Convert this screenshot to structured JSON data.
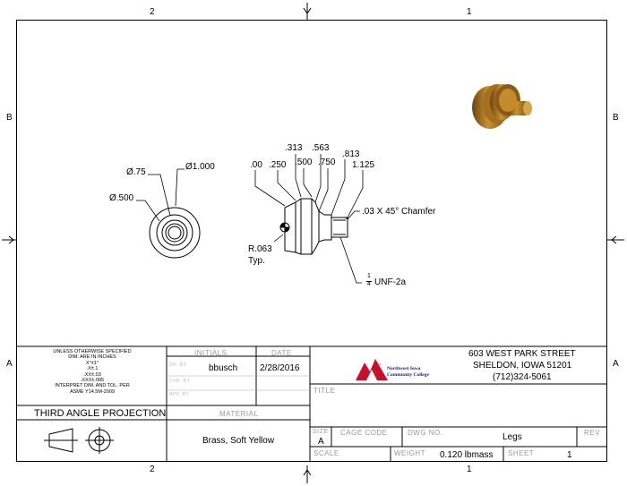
{
  "zones": {
    "top_left": "2",
    "top_right": "1",
    "bottom_left": "2",
    "bottom_right": "1",
    "left_top": "B",
    "left_bottom": "A",
    "right_top": "B",
    "right_bottom": "A"
  },
  "front_view": {
    "dim_075": "Ø.75",
    "dim_1000": "Ø1.000",
    "dim_0500": "Ø.500"
  },
  "side_view": {
    "d_00": ".00",
    "d_250": ".250",
    "d_313": ".313",
    "d_500": ".500",
    "d_563": ".563",
    "d_750": ".750",
    "d_813": ".813",
    "d_1125": "1.125",
    "chamfer": ".03 X 45° Chamfer",
    "radius_line1": "R.063",
    "radius_line2": "Typ.",
    "thread_num": "1",
    "thread_den": "4",
    "thread_spec": "UNF-2a"
  },
  "title_block": {
    "notes": [
      "UNLESS OTHERWISE SPECIFIED",
      "DIM. ARE IN INCHES",
      "X°±1°",
      ".X±.1",
      ".XX±.03",
      ".XXX±.005",
      "INTERPRET DIM. AND TOL. PER",
      "ASME Y14.5M-2009"
    ],
    "projection": "THIRD ANGLE PROJECTION",
    "initials_header": "INITIALS",
    "date_header": "DATE",
    "row1_label": "DR. BY",
    "row2_label": "CHK. BY",
    "row3_label": "APP. BY",
    "drawn_by": "bbusch",
    "drawn_date": "2/28/2016",
    "material_header": "MATERIAL",
    "material": "Brass, Soft Yellow",
    "logo_name_1": "Northwest Iowa",
    "logo_name_2": "Community College",
    "address_1": "603 WEST PARK STREET",
    "address_2": "SHELDON, IOWA 51201",
    "phone": "(712)324-5061",
    "title_label": "TITLE",
    "size_label": "SIZE",
    "size": "A",
    "cage_label": "CAGE CODE",
    "dwg_label": "DWG NO.",
    "dwg_no": "Legs",
    "rev_label": "REV",
    "scale_label": "SCALE",
    "weight_label": "WEIGHT",
    "weight": "0.120 lbmass",
    "sheet_label": "SHEET",
    "sheet": "1"
  },
  "colors": {
    "brass": "#b07a2a",
    "logo_red": "#c8102e"
  }
}
